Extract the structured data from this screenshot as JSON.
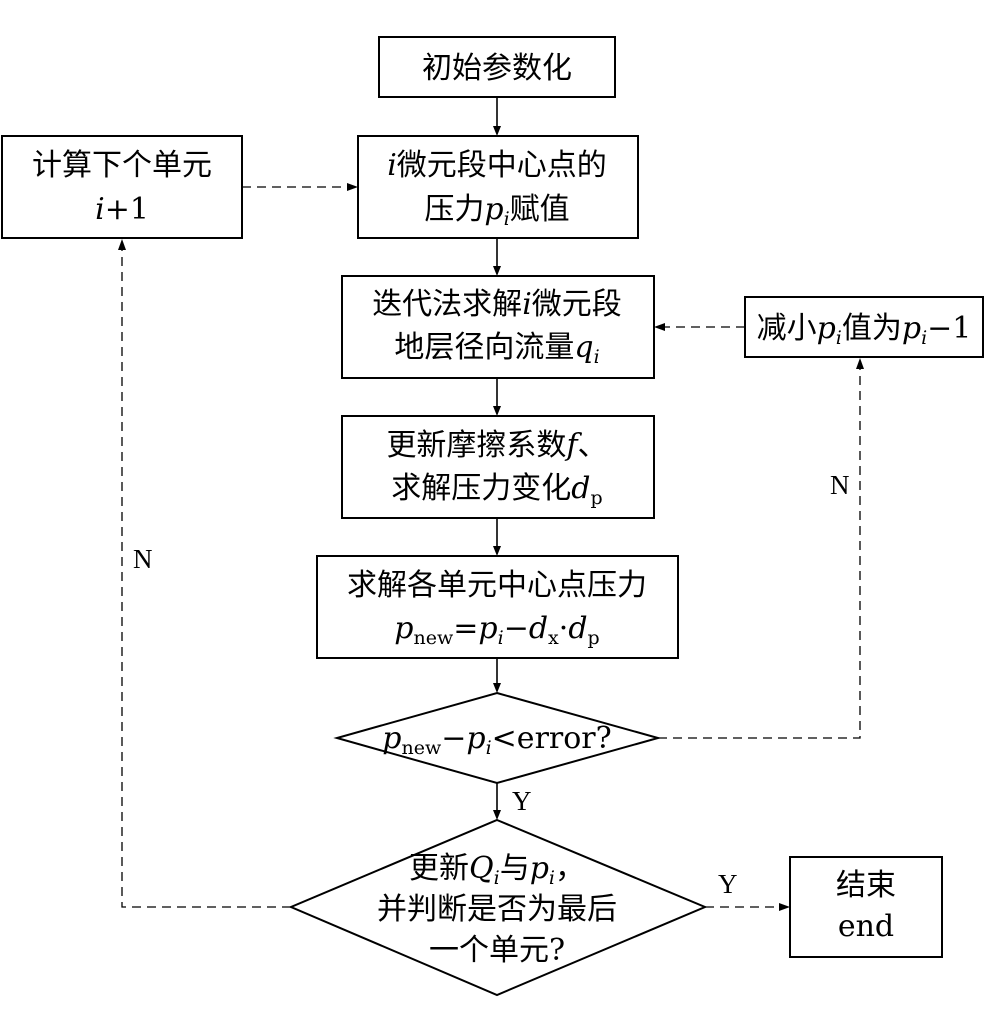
{
  "nodes": {
    "init": {
      "line1": "初始参数化"
    },
    "assign": {
      "line1_var": "i",
      "line1_text": "微元段中心点的",
      "line2_text": "压力",
      "line2_var": "p",
      "line2_sub": "i",
      "line2_end": "赋值"
    },
    "next_unit": {
      "line1": "计算下个单元",
      "line2_var": "i",
      "line2_text": "+1"
    },
    "iterate": {
      "line1_text": "迭代法求解",
      "line1_var": "i",
      "line1_end": "微元段",
      "line2_text": "地层径向流量",
      "line2_var": "q",
      "line2_sub": "i"
    },
    "reduce": {
      "text1": "减小",
      "var1": "p",
      "sub1": "i",
      "text2": "值为",
      "var2": "p",
      "sub2": "i",
      "text3": "−1"
    },
    "friction": {
      "line1_text": "更新摩擦系数",
      "line1_var": "f",
      "line1_end": "、",
      "line2_text": "求解压力变化",
      "line2_var": "d",
      "line2_sub": "p"
    },
    "center_pressure": {
      "line1": "求解各单元中心点压力",
      "f_p": "p",
      "f_new": "new",
      "f_eq": "=",
      "f_pi": "p",
      "f_i": "i",
      "f_minus": "−",
      "f_d1": "d",
      "f_x": "x",
      "f_dot": "·",
      "f_d2": "d",
      "f_p2": "p"
    },
    "check_error": {
      "p": "p",
      "new": "new",
      "minus": "−",
      "pi": "p",
      "i": "i",
      "rest": "<error?"
    },
    "check_last": {
      "line1_text": "更新",
      "line1_var1": "Q",
      "line1_sub1": "i",
      "line1_mid": "与",
      "line1_var2": "p",
      "line1_sub2": "i",
      "line1_end": "，",
      "line2": "并判断是否为最后",
      "line3": "一个单元?"
    },
    "end": {
      "line1": "结束",
      "line2": "end"
    }
  },
  "edge_labels": {
    "error_yes": "Y",
    "error_no": "N",
    "last_yes": "Y",
    "last_no": "N"
  }
}
